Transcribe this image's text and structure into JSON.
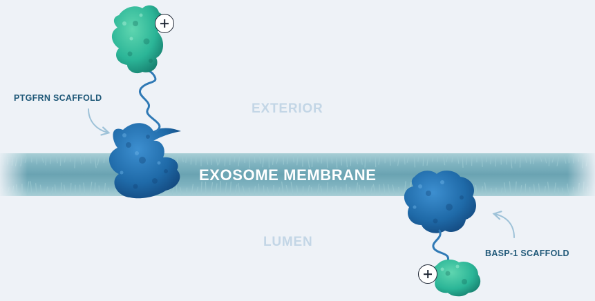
{
  "diagram": {
    "regions": {
      "exterior": "EXTERIOR",
      "membrane": "EXOSOME MEMBRANE",
      "lumen": "LUMEN"
    },
    "callouts": {
      "ptgfrn": "PTGFRN SCAFFOLD",
      "basp1": "BASP-1 SCAFFOLD"
    },
    "colors": {
      "background": "#eef2f7",
      "membrane": "#7fb3c0",
      "scaffold_protein": "#1f6aa8",
      "cargo_protein": "#2bb597",
      "region_text": "#c3d6e6",
      "callout_text": "#1f5878"
    },
    "icons": {
      "expand_top": "plus-icon",
      "expand_bottom": "plus-icon",
      "arrow_ptgfrn": "curved-arrow-icon",
      "arrow_basp1": "curved-arrow-icon"
    }
  }
}
